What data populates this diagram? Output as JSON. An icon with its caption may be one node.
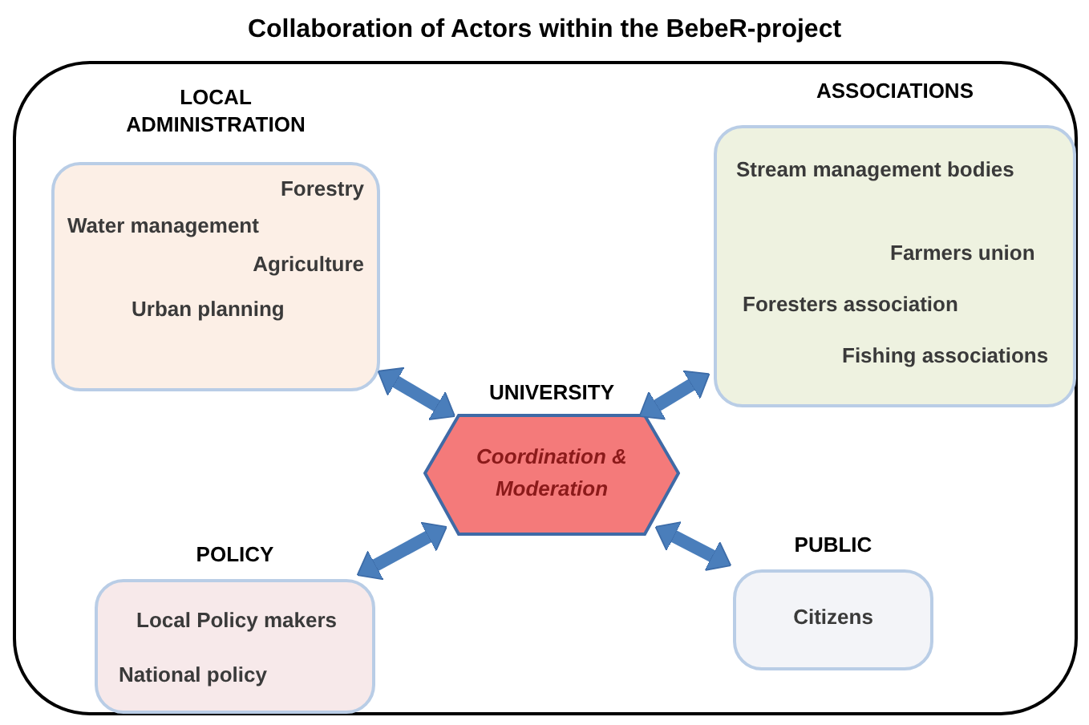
{
  "diagram": {
    "title": "Collaboration of Actors within the BebeR-project",
    "nodes": [
      {
        "text": [],
        "shape": "box"
      },
      {
        "text": [
          "LOCAL ADMINISTRATION",
          "Forestry",
          "Water management",
          "Agriculture",
          "Urban planning"
        ],
        "in": 0
      },
      {
        "text": [
          "ASSOCIATIONS",
          "Stream management bodies",
          "Farmers union",
          "Foresters association",
          "Fishing associations"
        ],
        "in": 0
      },
      {
        "text": [
          "UNIVERSITY",
          "Coordination & Moderation"
        ],
        "in": 0
      },
      {
        "text": [
          "POLICY",
          "Local Policy makers",
          "National policy"
        ],
        "in": 0
      },
      {
        "text": [
          "PUBLIC",
          "Citizens"
        ],
        "in": 0
      }
    ],
    "edges": [
      {
        "from": 3,
        "to": 1,
        "arrow": "both"
      },
      {
        "from": 3,
        "to": 2,
        "arrow": "both"
      },
      {
        "from": 3,
        "to": 4,
        "arrow": "both"
      },
      {
        "from": 3,
        "to": 5,
        "arrow": "both"
      }
    ]
  }
}
